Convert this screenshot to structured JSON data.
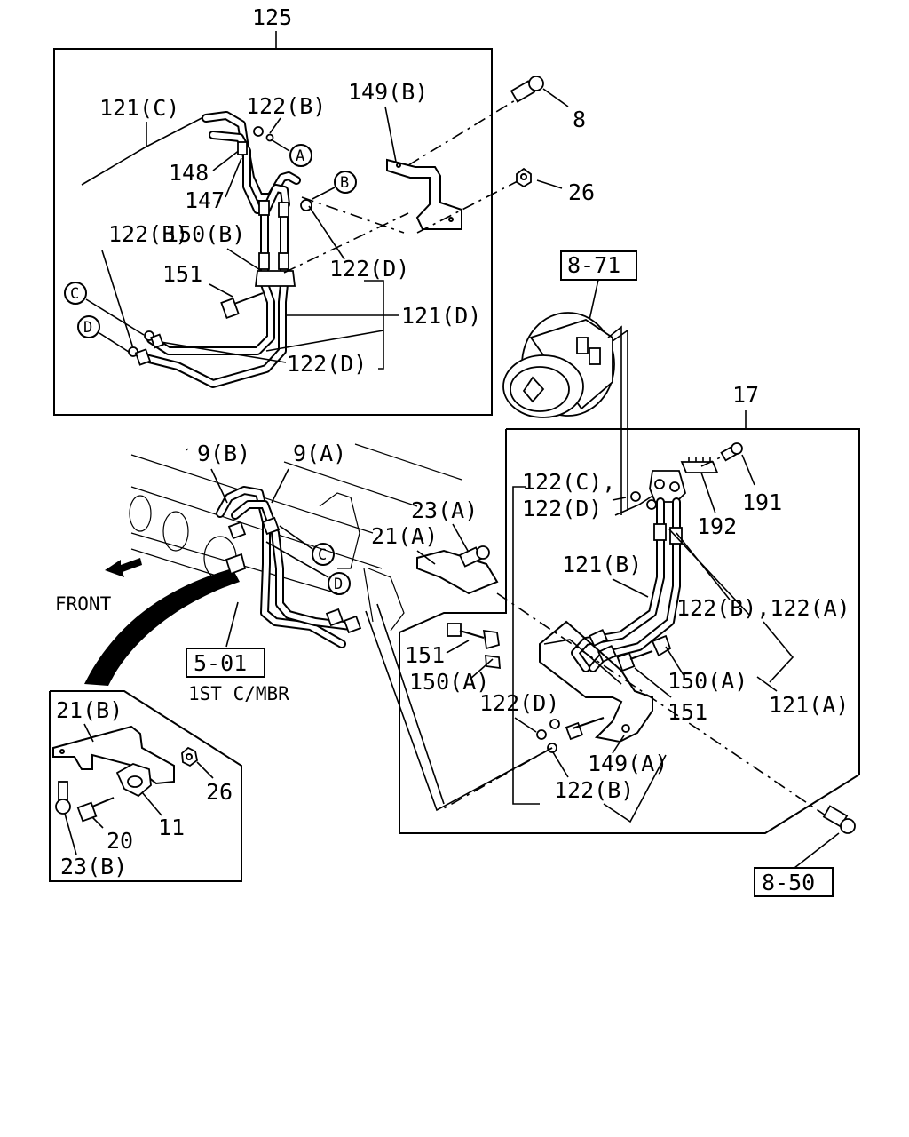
{
  "labels": {
    "l125": "125",
    "l121c": "121(C)",
    "l122b_top": "122(B)",
    "l149b": "149(B)",
    "l8": "8",
    "l148": "148",
    "l147": "147",
    "l26_top": "26",
    "l122b_left": "122(B)",
    "l150b": "150(B)",
    "l151_top": "151",
    "l122d_mid": "122(D)",
    "l121d": "121(D)",
    "l122d_low": "122(D)",
    "l17": "17",
    "l9b": "9(B)",
    "l9a": "9(A)",
    "l23a": "23(A)",
    "l21a": "21(A)",
    "l122cd_1": "122(C),",
    "l122cd_2": "122(D)",
    "l191": "191",
    "l192": "192",
    "l121b": "121(B)",
    "l122ba": "122(B),122(A)",
    "front": "FRONT",
    "l151_mid": "151",
    "l150a_left": "150(A)",
    "l150a_right": "150(A)",
    "l151_right": "151",
    "l121a": "121(A)",
    "l122d_bottom": "122(D)",
    "l149a": "149(A)",
    "l122b_bottom": "122(B)",
    "l1st": "1ST C/MBR",
    "l21b": "21(B)",
    "l26_inset": "26",
    "l20": "20",
    "l11": "11",
    "l23b": "23(B)"
  },
  "references": {
    "r871": "8-71",
    "r501": "5-01",
    "r850": "8-50"
  },
  "connectors": {
    "a": "A",
    "b": "B",
    "c_top": "C",
    "d_top": "D",
    "c_mid": "C",
    "d_mid": "D"
  }
}
